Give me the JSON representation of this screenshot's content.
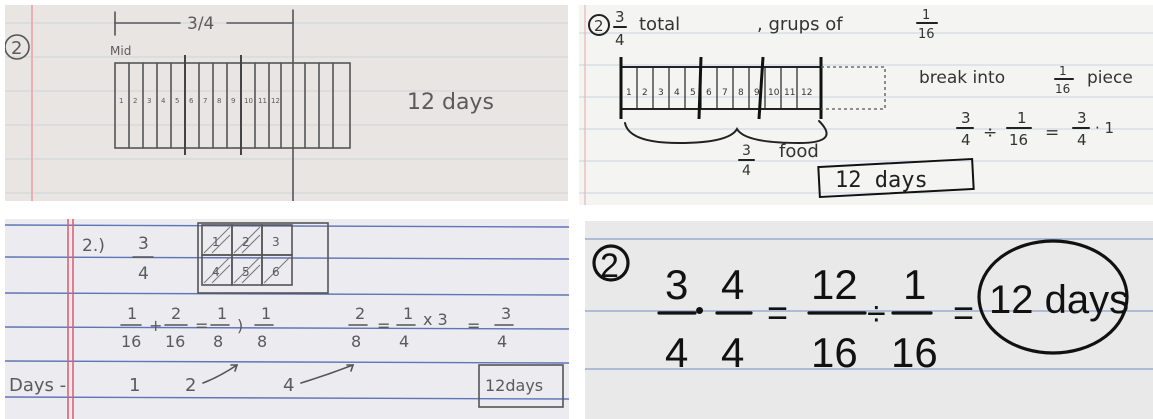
{
  "panels": [
    {
      "problem_mark": "2",
      "bracket_label": "3/4",
      "small_label": "Mid",
      "answer": "12 days",
      "bar_numbers": [
        "1",
        "2",
        "3",
        "4",
        "5",
        "6",
        "7",
        "8",
        "9",
        "10",
        "11",
        "12"
      ]
    },
    {
      "problem_mark": "2",
      "header_num": "3",
      "header_den": "4",
      "header_total": "total",
      "header_groups": ", grups of",
      "header_group_num": "1",
      "header_group_den": "16",
      "bar_numbers": [
        "1",
        "2",
        "3",
        "4",
        "5",
        "6",
        "7",
        "8",
        "9",
        "10",
        "11",
        "12"
      ],
      "break_text": "break into",
      "break_num": "1",
      "break_den": "16",
      "break_tail": "piece",
      "eq_a_num": "3",
      "eq_a_den": "4",
      "eq_op1": "÷",
      "eq_b_num": "1",
      "eq_b_den": "16",
      "eq_op2": "=",
      "eq_c_num": "3",
      "eq_c_den": "4",
      "eq_c_tail": "· 1",
      "brace_num": "3",
      "brace_den": "4",
      "brace_label": "food",
      "answer": "12 days"
    },
    {
      "problem_mark": "2.)",
      "frac_num": "3",
      "frac_den": "4",
      "grid_cells": [
        "1",
        "2",
        "3",
        "4",
        "5",
        "6"
      ],
      "row2": [
        {
          "num": "1",
          "den": "16"
        },
        {
          "op": "+"
        },
        {
          "num": "2",
          "den": "16"
        },
        {
          "op": "="
        },
        {
          "num": "1",
          "den": "8"
        },
        {
          "op": ")"
        },
        {
          "num": "1",
          "den": "8"
        },
        {
          "num": "2",
          "den": "8"
        },
        {
          "op": "="
        },
        {
          "num": "1",
          "den": "4"
        },
        {
          "op": "x 3"
        },
        {
          "op": "="
        },
        {
          "num": "3",
          "den": "4"
        }
      ],
      "days_label": "Days -",
      "days_values": [
        "1",
        "2",
        "4"
      ],
      "answer": "12days"
    },
    {
      "problem_mark": "2",
      "f1_num": "3",
      "f1_den": "4",
      "dot": "•",
      "f2_num": "4",
      "f2_den": "4",
      "eq1": "=",
      "f3_num": "12",
      "f3_den": "16",
      "div": "÷",
      "f4_num": "1",
      "f4_den": "16",
      "eq2": "=",
      "answer": "12 days"
    }
  ]
}
